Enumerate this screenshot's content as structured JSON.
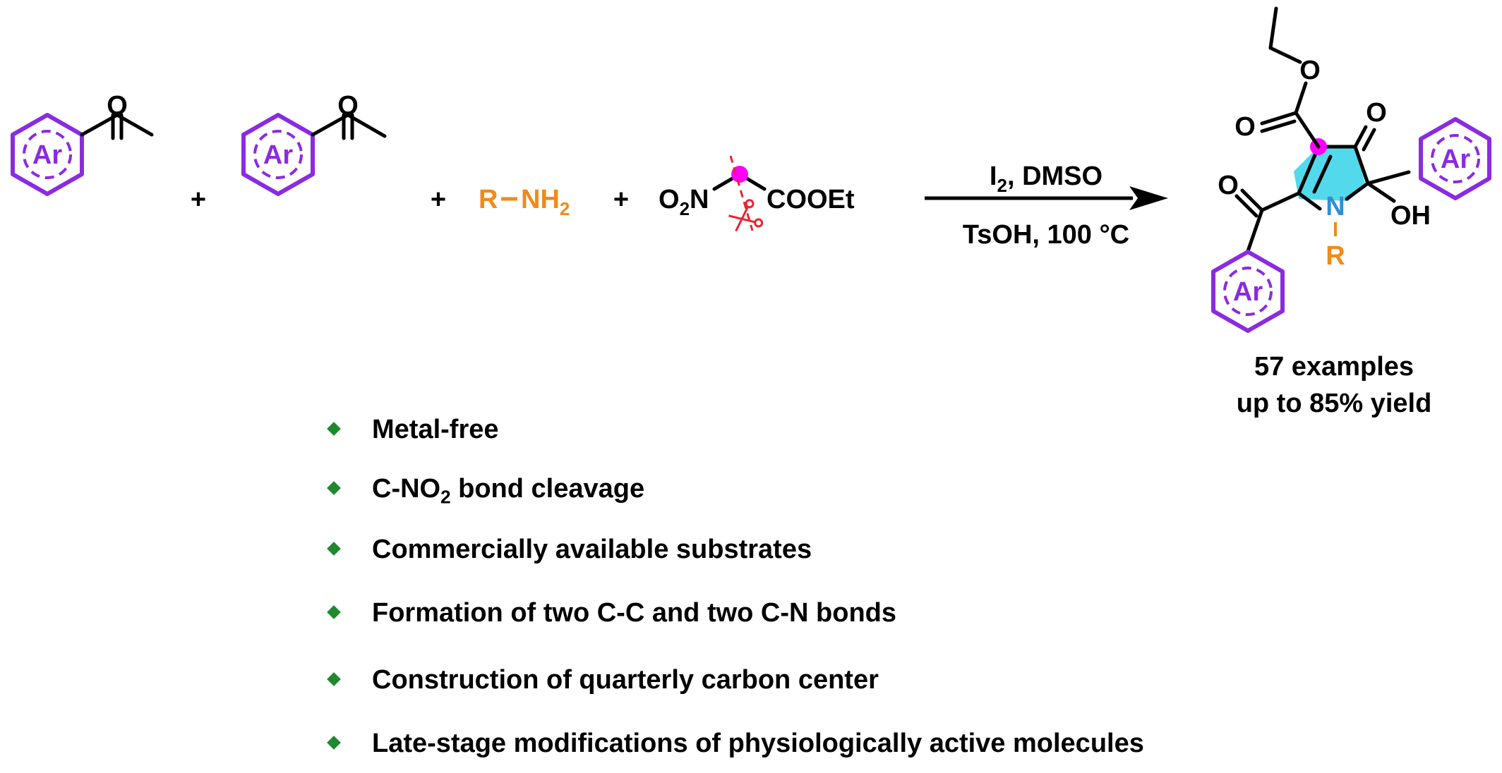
{
  "reactants": {
    "ketone_1": {
      "aryl": "Ar",
      "carbonyl_oxygen": "O"
    },
    "ketone_2": {
      "aryl": "Ar",
      "carbonyl_oxygen": "O"
    },
    "amine": {
      "r": "R",
      "nh": "NH",
      "nh_subscript": "2"
    },
    "nitroacetate": {
      "o2n_o": "O",
      "o2n_subscript": "2",
      "o2n_n": "N",
      "ester": "COOEt"
    },
    "plus_sign": "+"
  },
  "conditions": {
    "line1_i": "I",
    "line1_i_subscript": "2",
    "line1_rest": ", DMSO",
    "line2": "TsOH, 100 °C"
  },
  "product": {
    "ester_carbonyl_o": "O",
    "ester_ether_o": "O",
    "ketone_o": "O",
    "aroyl_o": "O",
    "n_atom": "N",
    "r_group": "R",
    "hydroxyl": "OH",
    "aryl": "Ar"
  },
  "summary": {
    "examples": "57 examples",
    "yield": "up to 85% yield"
  },
  "features": [
    {
      "text": "Metal-free"
    },
    {
      "text_before": "C-NO",
      "subscript": "2",
      "text_after": " bond cleavage"
    },
    {
      "text": "Commercially available substrates"
    },
    {
      "text": "Formation of two C-C and two C-N bonds"
    },
    {
      "text": "Construction of quarterly carbon center"
    },
    {
      "text": "Late-stage modifications of physiologically active molecules"
    }
  ],
  "colors": {
    "aryl": "#8a2be2",
    "amine": "#f08a1a",
    "ring_fill": "#3fd5ea",
    "marker": "#ff00ff",
    "cleavage": "#e8242f",
    "bullet": "#1e8a2e"
  }
}
